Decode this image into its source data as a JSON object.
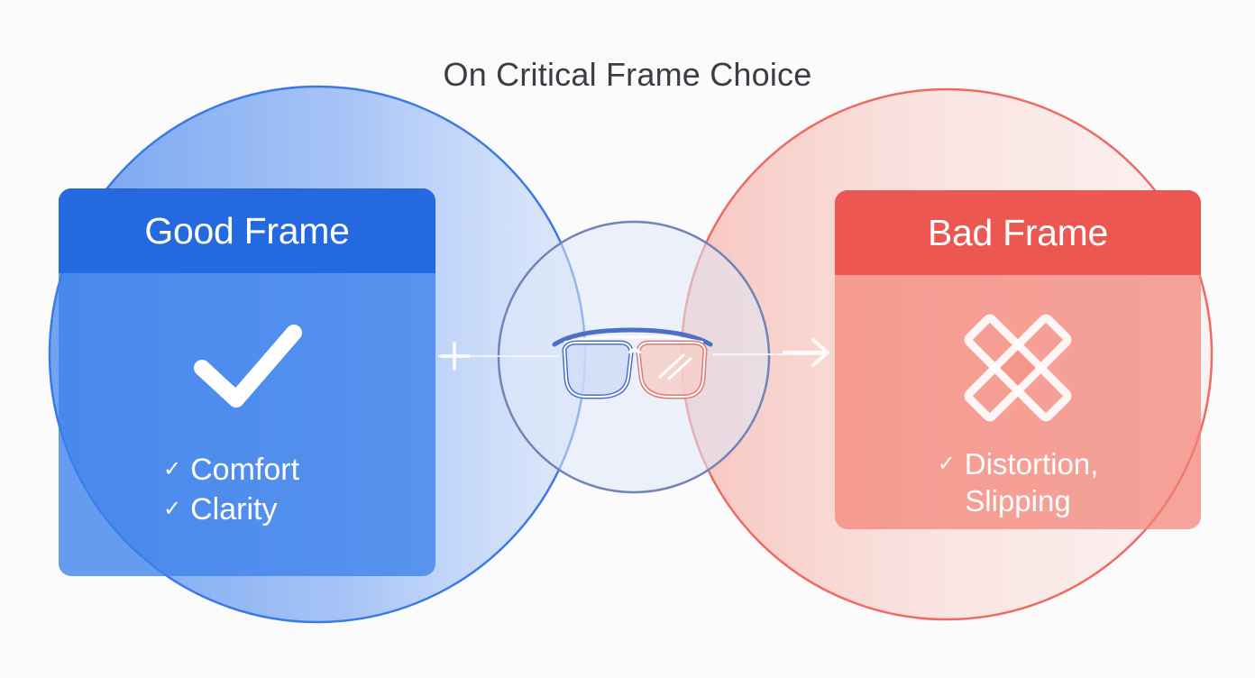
{
  "title": "On Critical Frame Choice",
  "good": {
    "heading": "Good Frame",
    "icon": "checkmark-icon",
    "items": [
      "Comfort",
      "Clarity"
    ],
    "bullet_glyph": "✓",
    "color": "#2569e0"
  },
  "bad": {
    "heading": "Bad Frame",
    "items": [
      "Distortion,",
      "Slipping"
    ],
    "icon": "cross-icon",
    "bullet_glyph": "✓",
    "color": "#ec5752"
  },
  "center": {
    "icon": "eyeglasses-icon"
  }
}
